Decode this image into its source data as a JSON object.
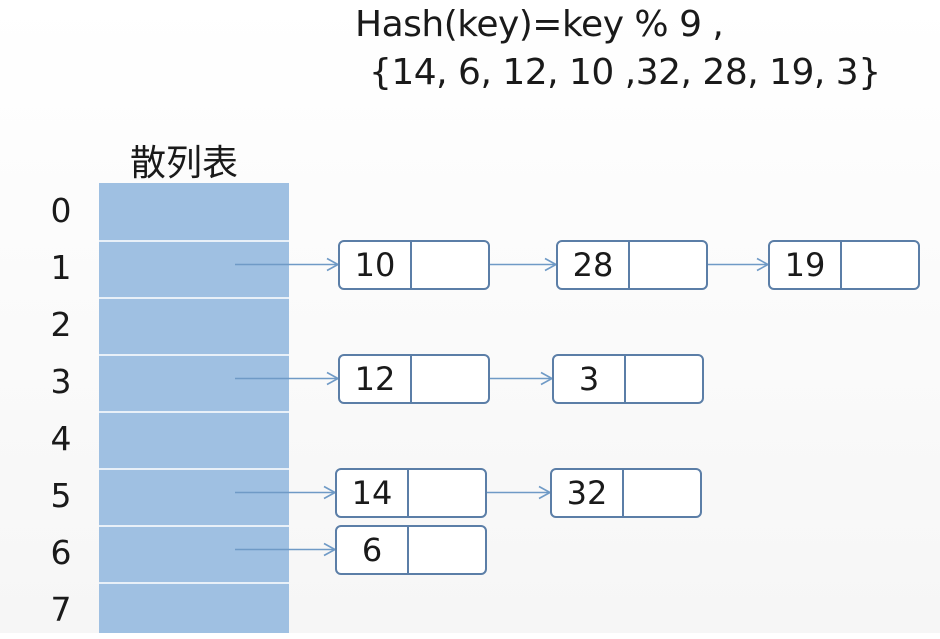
{
  "header": {
    "formula": "Hash(key)=key % 9 ,",
    "keys": " {14, 6, 12, 10 ,32, 28, 19, 3}"
  },
  "table": {
    "title": "散列表",
    "slot_fill": "#9fc0e2",
    "slots": [
      {
        "index": "0",
        "chain": []
      },
      {
        "index": "1",
        "chain": [
          "10",
          "28",
          "19"
        ]
      },
      {
        "index": "2",
        "chain": []
      },
      {
        "index": "3",
        "chain": [
          "12",
          "3"
        ]
      },
      {
        "index": "4",
        "chain": []
      },
      {
        "index": "5",
        "chain": [
          "14",
          "32"
        ]
      },
      {
        "index": "6",
        "chain": [
          "6"
        ]
      },
      {
        "index": "7",
        "chain": []
      }
    ]
  },
  "colors": {
    "node_border": "#5b7ea7",
    "arrow": "#6f9ac6"
  }
}
